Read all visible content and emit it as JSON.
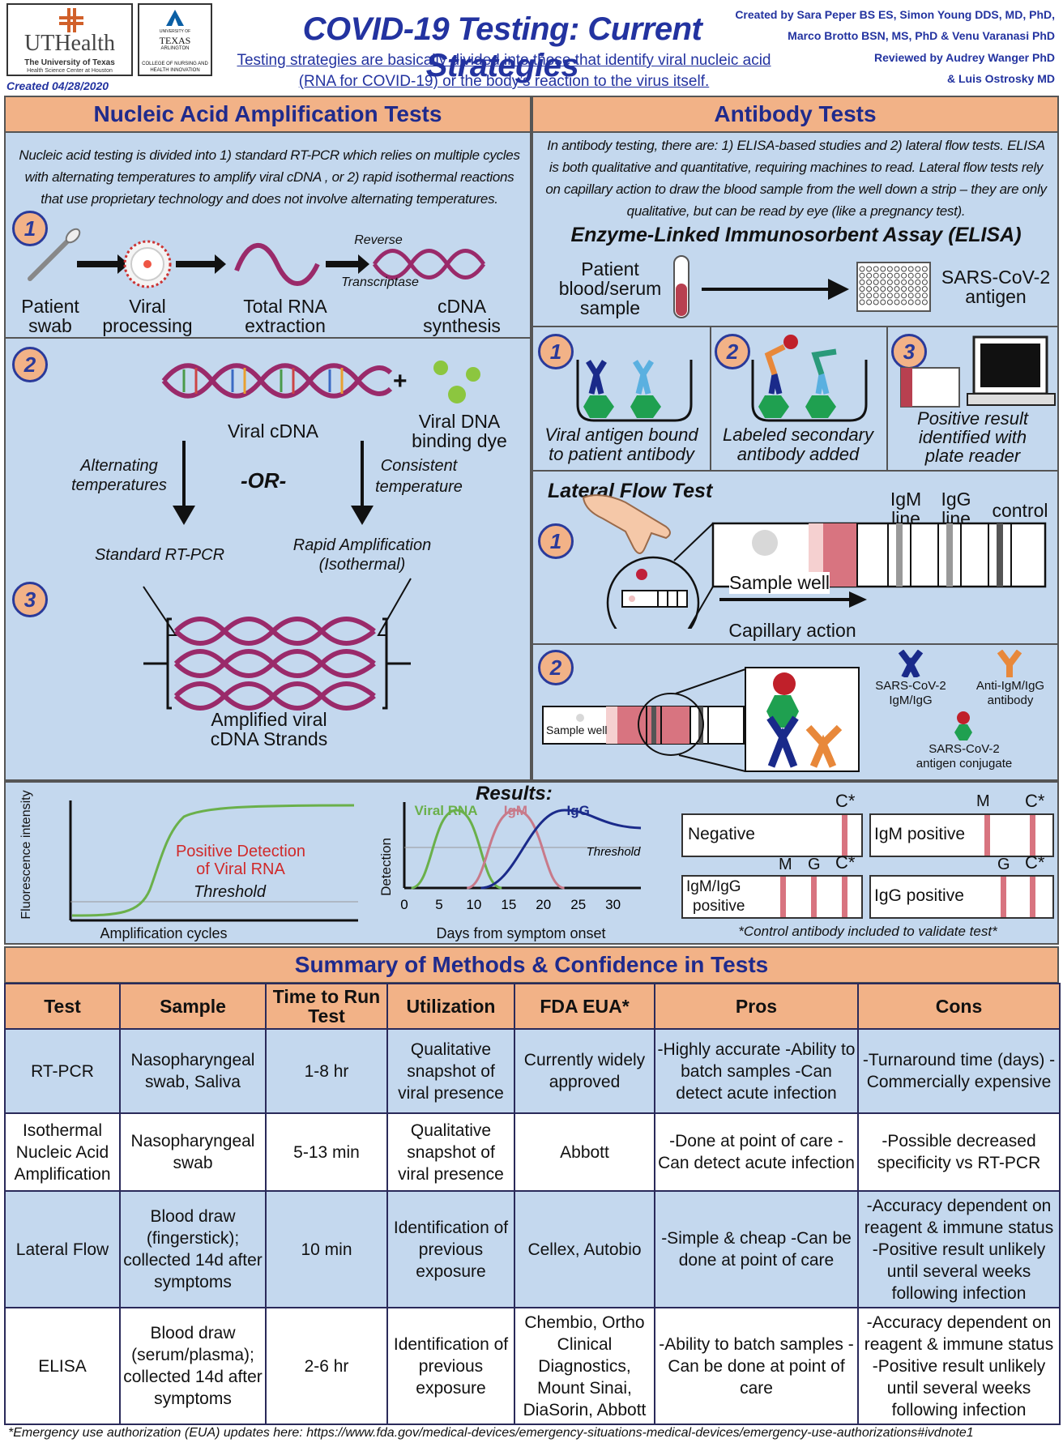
{
  "header": {
    "title": "COVID-19 Testing: Current Strategies",
    "subtitle_line1": "Testing strategies are basically divided into those that identify viral nucleic acid",
    "subtitle_line2": "(RNA for COVID-19) or the body’s reaction to the virus itself.",
    "logo1_text": "UTHealth",
    "logo1_sub1": "The University of Texas",
    "logo1_sub2": "Health Science Center at Houston",
    "logo2_line1": "UNIVERSITY OF",
    "logo2_line2": "TEXAS",
    "logo2_line3": "ARLINGTON",
    "logo2_line4": "COLLEGE OF NURSING AND",
    "logo2_line5": "HEALTH INNOVATION",
    "created": "Created 04/28/2020",
    "credits": [
      "Created by Sara Peper BS ES, Simon Young DDS, MD, PhD,",
      "Marco Brotto BSN, MS, PhD & Venu Varanasi PhD",
      "Reviewed by Audrey Wanger PhD",
      "& Luis Ostrosky MD"
    ]
  },
  "naat": {
    "heading": "Nucleic Acid Amplification Tests",
    "intro": [
      "Nucleic acid testing is divided into 1) standard RT-PCR which relies on multiple cycles",
      "with alternating temperatures to amplify viral cDNA , or 2) rapid isothermal reactions",
      "that use proprietary technology and does not involve alternating temperatures."
    ],
    "step1": {
      "num": "1",
      "reverse": "Reverse",
      "transcriptase": "Transcriptase",
      "labels": [
        [
          "Patient",
          "swab"
        ],
        [
          "Viral",
          "processing"
        ],
        [
          "Total RNA",
          "extraction"
        ],
        [
          "cDNA",
          "synthesis"
        ]
      ]
    },
    "step2": {
      "num": "2",
      "plus": "+",
      "viral_cdna": "Viral cDNA",
      "dye": [
        "Viral DNA",
        "binding dye"
      ],
      "alt": [
        "Alternating",
        "temperatures"
      ],
      "or": "-OR-",
      "consistent": [
        "Consistent",
        "temperature"
      ]
    },
    "step3": {
      "num": "3",
      "standard": "Standard RT-PCR",
      "rapid": [
        "Rapid Amplification",
        "(Isothermal)"
      ],
      "amplified": [
        "Amplified viral",
        "cDNA Strands"
      ]
    }
  },
  "antibody": {
    "heading": "Antibody Tests",
    "intro": [
      "In antibody testing, there are: 1) ELISA-based studies and 2) lateral flow tests. ELISA",
      "is both qualitative and quantitative, requiring machines to read. Lateral flow tests rely",
      "on capillary action to draw the blood sample from the well down a strip – they are only",
      "qualitative, but can be read by eye (like a pregnancy test)."
    ],
    "elisa": {
      "title": "Enzyme-Linked Immunosorbent Assay (ELISA)",
      "sample": [
        "Patient",
        "blood/serum",
        "sample"
      ],
      "antigen": [
        "SARS-CoV-2",
        "antigen"
      ],
      "steps": [
        {
          "num": "1",
          "text": [
            "Viral antigen bound",
            "to patient antibody"
          ]
        },
        {
          "num": "2",
          "text": [
            "Labeled secondary",
            "antibody added"
          ]
        },
        {
          "num": "3",
          "text": [
            "Positive result",
            "identified with",
            "plate reader"
          ]
        }
      ]
    },
    "lateral": {
      "title": "Lateral Flow Test",
      "num1": "1",
      "num2": "2",
      "igm": [
        "IgM",
        "line"
      ],
      "igg": [
        "IgG",
        "line"
      ],
      "control": "control",
      "sample_well": "Sample well",
      "capillary": "Capillary action",
      "sample_well_small": "Sample well",
      "legend_sars": [
        "SARS-CoV-2",
        "IgM/IgG"
      ],
      "legend_anti": [
        "Anti-IgM/IgG",
        "antibody"
      ],
      "legend_conj": [
        "SARS-CoV-2",
        "antigen conjugate"
      ]
    }
  },
  "results": {
    "heading": "Results:",
    "fluor": {
      "ylabel": "Fluorescence intensity",
      "xlabel": "Amplification cycles",
      "positive": [
        "Positive Detection",
        "of Viral RNA"
      ],
      "threshold": "Threshold"
    },
    "detection": {
      "ylabel": "Detection",
      "xlabel": "Days from symptom onset",
      "series": [
        "Viral RNA",
        "IgM",
        "IgG"
      ],
      "threshold": "Threshold",
      "ticks": [
        "0",
        "5",
        "10",
        "15",
        "20",
        "25",
        "30"
      ]
    },
    "strips": {
      "negative": "Negative",
      "igm_pos": "IgM positive",
      "iggm_pos": [
        "IgM/IgG",
        "positive"
      ],
      "igg_pos": "IgG positive",
      "c": "C*",
      "m": "M",
      "g": "G",
      "note": "*Control antibody included to validate test*"
    }
  },
  "summary": {
    "heading": "Summary of Methods & Confidence in Tests",
    "columns": [
      "Test",
      "Sample",
      "Time to Run Test",
      "Utilization",
      "FDA EUA*",
      "Pros",
      "Cons"
    ],
    "rows": [
      [
        "RT-PCR",
        "Nasopharyngeal swab, Saliva",
        "1-8 hr",
        "Qualitative snapshot of viral presence",
        "Currently widely approved",
        "-Highly accurate -Ability to batch samples -Can detect acute infection",
        "-Turnaround time (days) -Commercially expensive"
      ],
      [
        "Isothermal Nucleic Acid Amplification",
        "Nasopharyngeal swab",
        "5-13 min",
        "Qualitative snapshot of viral presence",
        "Abbott",
        "-Done at point of care -Can detect acute infection",
        "-Possible decreased specificity vs RT-PCR"
      ],
      [
        "Lateral Flow",
        "Blood draw (fingerstick); collected 14d after symptoms",
        "10 min",
        "Identification of previous exposure",
        "Cellex, Autobio",
        "-Simple & cheap -Can be done at point of care",
        "-Accuracy dependent on reagent & immune status -Positive result unlikely until several weeks following infection"
      ],
      [
        "ELISA",
        "Blood draw (serum/plasma); collected 14d after symptoms",
        "2-6 hr",
        "Identification of previous exposure",
        "Chembio, Ortho Clinical Diagnostics, Mount Sinai, DiaSorin, Abbott",
        "-Ability to batch samples -Can be done at point of care",
        "-Accuracy dependent on reagent & immune status -Positive result unlikely until several weeks following infection"
      ]
    ],
    "footnote": "*Emergency use authorization (EUA) updates here: https://www.fda.gov/medical-devices/emergency-situations-medical-devices/emergency-use-authorizations#ivdnote1"
  }
}
